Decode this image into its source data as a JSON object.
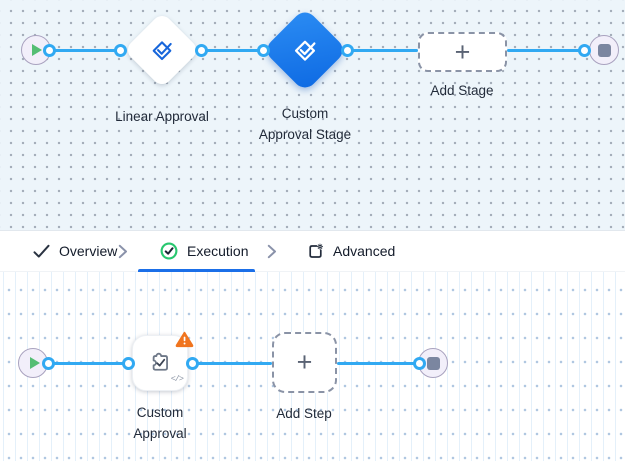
{
  "colors": {
    "edge_blue": "#31A9F2",
    "active_tab_blue": "#1B6FE8",
    "stage_blue_gradient_start": "#2B8CF3",
    "stage_blue_gradient_end": "#0E6AE3",
    "approval_icon_blue": "#1766DB",
    "success_green": "#28C76F",
    "play_green": "#55BE74",
    "warning_orange": "#F0741E",
    "terminal_fill": "#F2EFFA",
    "canvas_top_bg": "#EDF5FA"
  },
  "top_canvas": {
    "stages": {
      "linear_label": "Linear Approval",
      "custom_label_line1": "Custom",
      "custom_label_line2": "Approval Stage",
      "add_stage_label": "Add Stage",
      "add_stage_plus": "+"
    }
  },
  "tab_bar": {
    "tabs": [
      {
        "label": "Overview",
        "active": false
      },
      {
        "label": "Execution",
        "active": true
      },
      {
        "label": "Advanced",
        "active": false
      }
    ]
  },
  "bottom_canvas": {
    "steps": {
      "custom_label_line1": "Custom",
      "custom_label_line2": "Approval",
      "code_glyph": "</>",
      "add_step_label": "Add Step",
      "add_step_plus": "+"
    }
  }
}
